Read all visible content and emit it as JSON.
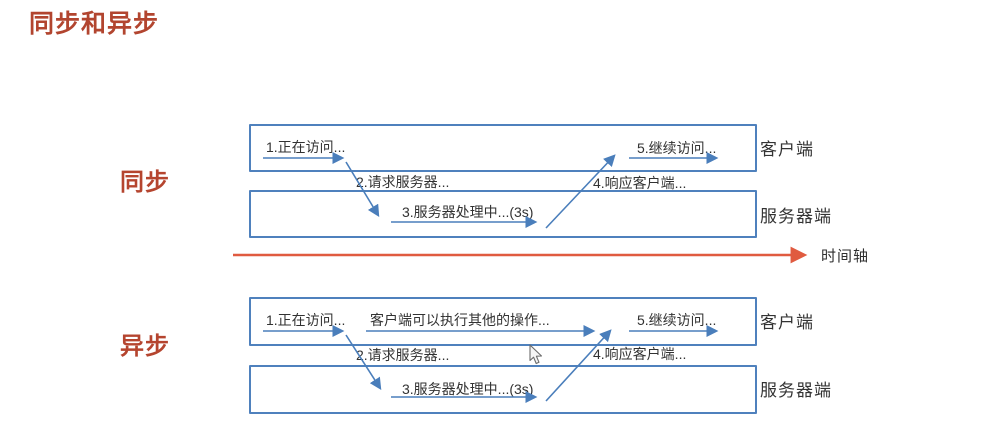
{
  "title": "同步和异步",
  "colors": {
    "heading_red": "#b2452f",
    "box_border_blue": "#4f81bd",
    "arrow_blue": "#4a7ebb",
    "timeline_red": "#e05b40",
    "body_text": "#323232"
  },
  "sync": {
    "label": "同步",
    "client_label": "客户端",
    "server_label": "服务器端",
    "steps": {
      "step1": "1.正在访问...",
      "step2": "2.请求服务器...",
      "step3": "3.服务器处理中...(3s)",
      "step4": "4.响应客户端...",
      "step5": "5.继续访问..."
    }
  },
  "async": {
    "label": "异步",
    "client_label": "客户端",
    "server_label": "服务器端",
    "other_ops": "客户端可以执行其他的操作...",
    "steps": {
      "step1": "1.正在访问...",
      "step2": "2.请求服务器...",
      "step3": "3.服务器处理中...(3s)",
      "step4": "4.响应客户端...",
      "step5": "5.继续访问..."
    }
  },
  "timeline": {
    "label": "时间轴"
  }
}
